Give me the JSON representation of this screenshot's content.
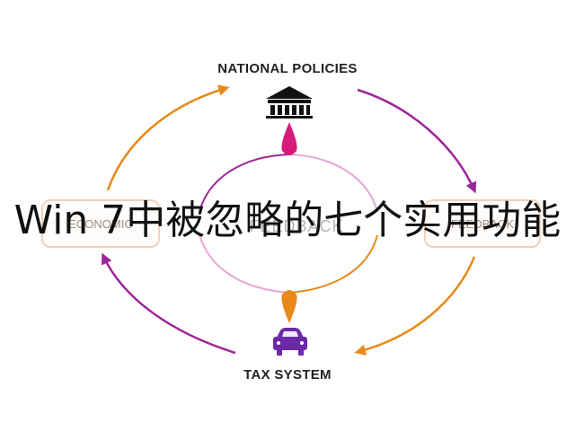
{
  "diagram": {
    "top_node_label": "NATIONAL POLICIES",
    "bottom_node_label": "TAX SYSTEM",
    "left_node_label": "ECONOMIC",
    "right_node_label": "FEEDBACK",
    "center_text": "FEEDBACK",
    "top_icon": "government-building-icon",
    "bottom_icon": "car-icon",
    "colors": {
      "orange": "#e8891a",
      "purple": "#a0259a",
      "magenta": "#d81b7a",
      "pink": "#e6a6d8",
      "car": "#6a2aa8",
      "box_border": "#efd2b8"
    }
  },
  "overlay": {
    "title": "Win 7中被忽略的七个实用功能"
  }
}
